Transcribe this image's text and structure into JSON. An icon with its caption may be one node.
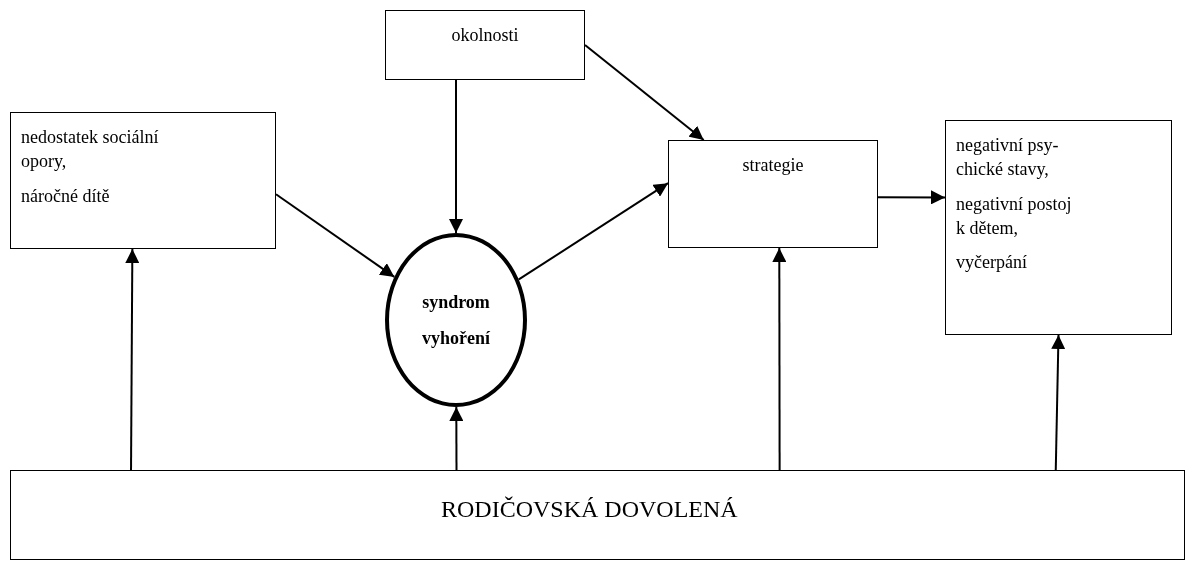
{
  "diagram": {
    "nodes": [
      {
        "text": [
          "nedostatek sociální opory,",
          "náročné dítě"
        ]
      },
      {
        "text": [
          "okolnosti"
        ]
      },
      {
        "text": [
          "syndrom vyhoření"
        ]
      },
      {
        "text": [
          "strategie"
        ]
      },
      {
        "text": [
          "negativní psy-chické stavy,",
          "negativní postoj k dětem,",
          "vyčerpání"
        ]
      },
      {
        "text": [
          "RODIČOVSKÁ DOVOLENÁ"
        ]
      }
    ],
    "edges": [
      {
        "from": 0,
        "to": 2,
        "arrow": "to"
      },
      {
        "from": 1,
        "to": 2,
        "arrow": "to"
      },
      {
        "from": 1,
        "to": 3,
        "arrow": "to"
      },
      {
        "from": 2,
        "to": 3,
        "arrow": "to"
      },
      {
        "from": 3,
        "to": 4,
        "arrow": "to"
      },
      {
        "from": 5,
        "to": 0,
        "arrow": "to"
      },
      {
        "from": 5,
        "to": 2,
        "arrow": "to"
      },
      {
        "from": 5,
        "to": 3,
        "arrow": "to"
      },
      {
        "from": 5,
        "to": 4,
        "arrow": "to"
      }
    ]
  }
}
